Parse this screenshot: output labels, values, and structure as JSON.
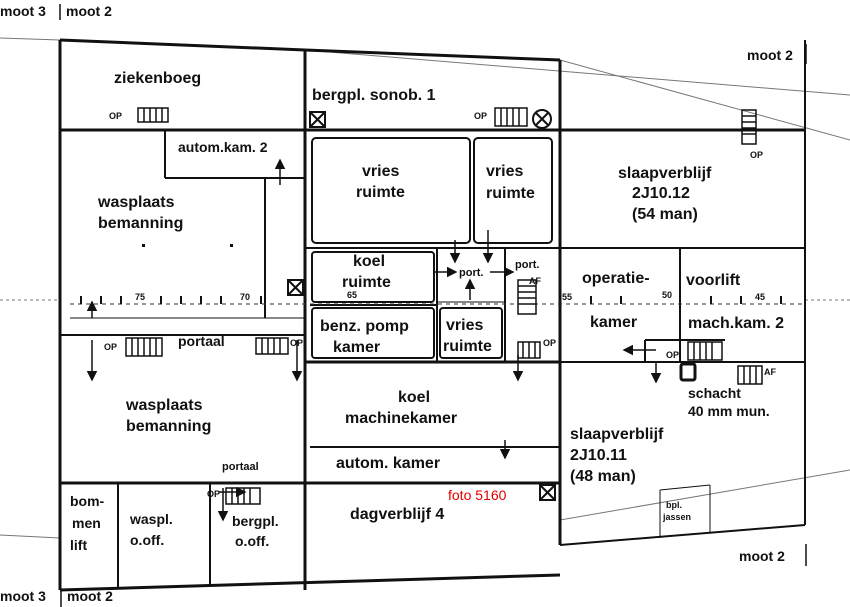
{
  "segments": {
    "top_left_a": "moot 3",
    "top_left_b": "moot 2",
    "top_right": "moot 2",
    "bottom_right": "moot 2",
    "bottom_left_a": "moot 3",
    "bottom_left_b": "moot 2"
  },
  "frames": {
    "f75": "75",
    "f70": "70",
    "f65": "65",
    "f55": "55",
    "f50": "50",
    "f45": "45"
  },
  "photo": "foto  5160",
  "marks": {
    "op": "OP",
    "af": "AF"
  },
  "rooms": {
    "ziekenboeg": "ziekenboeg",
    "bergpl_sonob": "bergpl. sonob. 1",
    "autom_kam_2": "autom.kam. 2",
    "wasplaats_boven": [
      "wasplaats",
      "bemanning"
    ],
    "vries_1": [
      "vries",
      "ruimte"
    ],
    "vries_2": [
      "vries",
      "ruimte"
    ],
    "slaap_12": [
      "slaapverblijf",
      "2J10.12",
      "(54 man)"
    ],
    "koel_ruimte": [
      "koel",
      "ruimte"
    ],
    "port_1": "port.",
    "port_2": "port.",
    "operatie": [
      "operatie-",
      "kamer"
    ],
    "voorlift": "voorlift",
    "mach_kam_2": "mach.kam. 2",
    "benz_pomp": [
      "benz. pomp",
      "kamer"
    ],
    "vries_3": [
      "vries",
      "ruimte"
    ],
    "portaal_1": "portaal",
    "wasplaats_onder": [
      "wasplaats",
      "bemanning"
    ],
    "koel_machine": [
      "koel",
      "machinekamer"
    ],
    "schacht": [
      "schacht",
      "40 mm mun."
    ],
    "slaap_11": [
      "slaapverblijf",
      "2J10.11",
      "(48 man)"
    ],
    "autom_kamer": "autom. kamer",
    "portaal_2": "portaal",
    "bommenlift": [
      "bom-",
      "men",
      "lift"
    ],
    "waspl_off": [
      "waspl.",
      "o.off."
    ],
    "bergpl_off": [
      "bergpl.",
      "o.off."
    ],
    "dagverblijf": "dagverblijf 4",
    "bpl_jassen": [
      "bpl.",
      "jassen"
    ]
  }
}
